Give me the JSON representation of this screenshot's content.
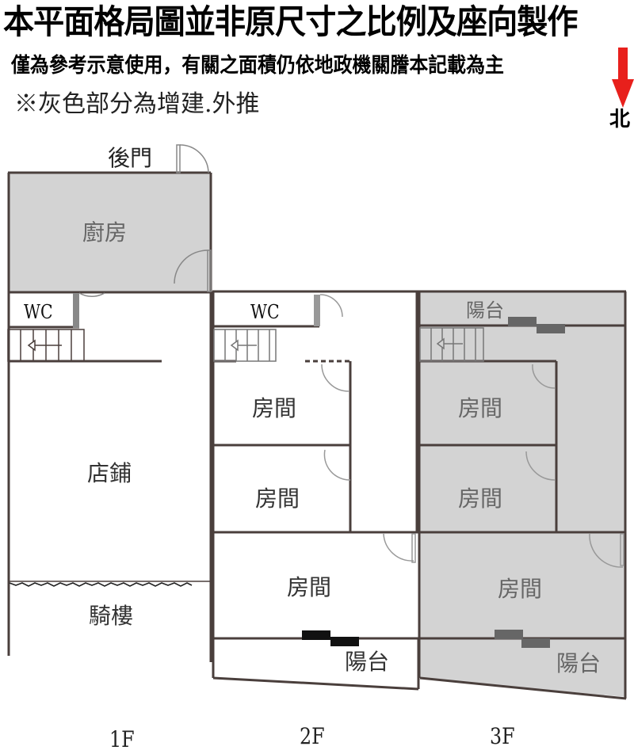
{
  "header": {
    "title": "本平面格局圖並非原尺寸之比例及座向製作",
    "subtitle": "僅為參考示意使用，有關之面積仍依地政機關謄本記載為主",
    "note": "※灰色部分為增建.外推"
  },
  "compass": {
    "icon": "north-arrow-down",
    "label": "北",
    "arrow_color": "#e8201c"
  },
  "colors": {
    "wall": "#4a3f3c",
    "addition_fill": "#d3d3d3",
    "window_dark": "#111111",
    "window_gray": "#666666"
  },
  "floors": [
    {
      "label": "1F",
      "rooms": [
        {
          "name": "後門",
          "type": "door-label"
        },
        {
          "name": "廚房",
          "shaded": true
        },
        {
          "name": "WC",
          "shaded": false
        },
        {
          "name": "店鋪",
          "shaded": false
        },
        {
          "name": "騎樓",
          "shaded": false
        }
      ]
    },
    {
      "label": "2F",
      "rooms": [
        {
          "name": "WC",
          "shaded": false
        },
        {
          "name": "房間",
          "shaded": false
        },
        {
          "name": "房間",
          "shaded": false
        },
        {
          "name": "房間",
          "shaded": false
        },
        {
          "name": "陽台",
          "shaded": false
        }
      ]
    },
    {
      "label": "3F",
      "rooms": [
        {
          "name": "陽台",
          "shaded": true
        },
        {
          "name": "房間",
          "shaded": true
        },
        {
          "name": "房間",
          "shaded": true
        },
        {
          "name": "房間",
          "shaded": true
        },
        {
          "name": "陽台",
          "shaded": true
        }
      ]
    }
  ]
}
